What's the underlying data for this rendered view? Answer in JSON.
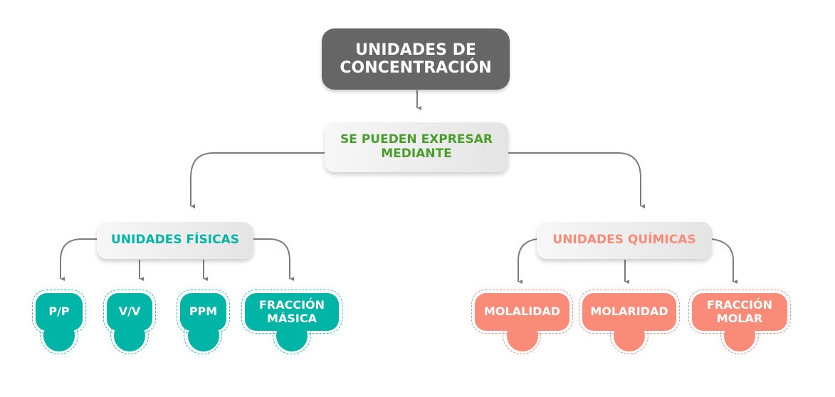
{
  "root": "UNIDADES DE CONCENTRACIÓN",
  "connector": "SE PUEDEN EXPRESAR MEDIANTE",
  "physical": {
    "title": "UNIDADES FÍSICAS",
    "items": [
      "P/P",
      "V/V",
      "PPM",
      "FRACCIÓN MÁSICA"
    ]
  },
  "chemical": {
    "title": "UNIDADES QUÍMICAS",
    "items": [
      "MOLALIDAD",
      "MOLARIDAD",
      "FRACCIÓN MOLAR"
    ]
  },
  "colors": {
    "root": "#666666",
    "connector": "#4a9e2a",
    "physical": "#00b5a5",
    "chemical": "#f98b78",
    "arrow": "#7d7d7d"
  }
}
